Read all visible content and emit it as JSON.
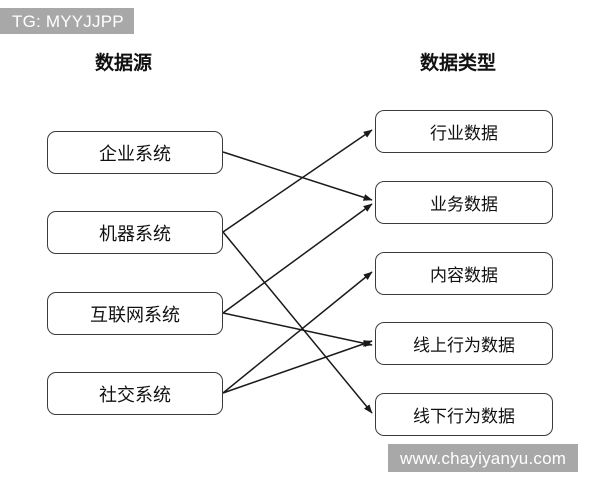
{
  "watermarks": {
    "top_left": "TG: MYYJJPP",
    "bottom_right": "www.chayiyanyu.com",
    "background_color": "#a8a8a8",
    "text_color": "#ffffff"
  },
  "headers": {
    "left": "数据源",
    "right": "数据类型"
  },
  "colors": {
    "node_border": "#3b3b3b",
    "node_fill": "#ffffff",
    "edge": "#1a1a1a",
    "text": "#111111",
    "page_background": "#ffffff"
  },
  "sources": [
    {
      "id": "src-0",
      "label": "企业系统"
    },
    {
      "id": "src-1",
      "label": "机器系统"
    },
    {
      "id": "src-2",
      "label": "互联网系统"
    },
    {
      "id": "src-3",
      "label": "社交系统"
    }
  ],
  "types": [
    {
      "id": "typ-0",
      "label": "行业数据"
    },
    {
      "id": "typ-1",
      "label": "业务数据"
    },
    {
      "id": "typ-2",
      "label": "内容数据"
    },
    {
      "id": "typ-3",
      "label": "线上行为数据"
    },
    {
      "id": "typ-4",
      "label": "线下行为数据"
    }
  ],
  "edges": [
    {
      "from": "src-0",
      "to": "typ-1",
      "from_label": "企业系统",
      "to_label": "业务数据"
    },
    {
      "from": "src-1",
      "to": "typ-0",
      "from_label": "机器系统",
      "to_label": "行业数据"
    },
    {
      "from": "src-1",
      "to": "typ-4",
      "from_label": "机器系统",
      "to_label": "线下行为数据"
    },
    {
      "from": "src-2",
      "to": "typ-1",
      "from_label": "互联网系统",
      "to_label": "业务数据"
    },
    {
      "from": "src-2",
      "to": "typ-3",
      "from_label": "互联网系统",
      "to_label": "线上行为数据"
    },
    {
      "from": "src-3",
      "to": "typ-2",
      "from_label": "社交系统",
      "to_label": "内容数据"
    },
    {
      "from": "src-3",
      "to": "typ-3",
      "from_label": "社交系统",
      "to_label": "线上行为数据"
    }
  ]
}
